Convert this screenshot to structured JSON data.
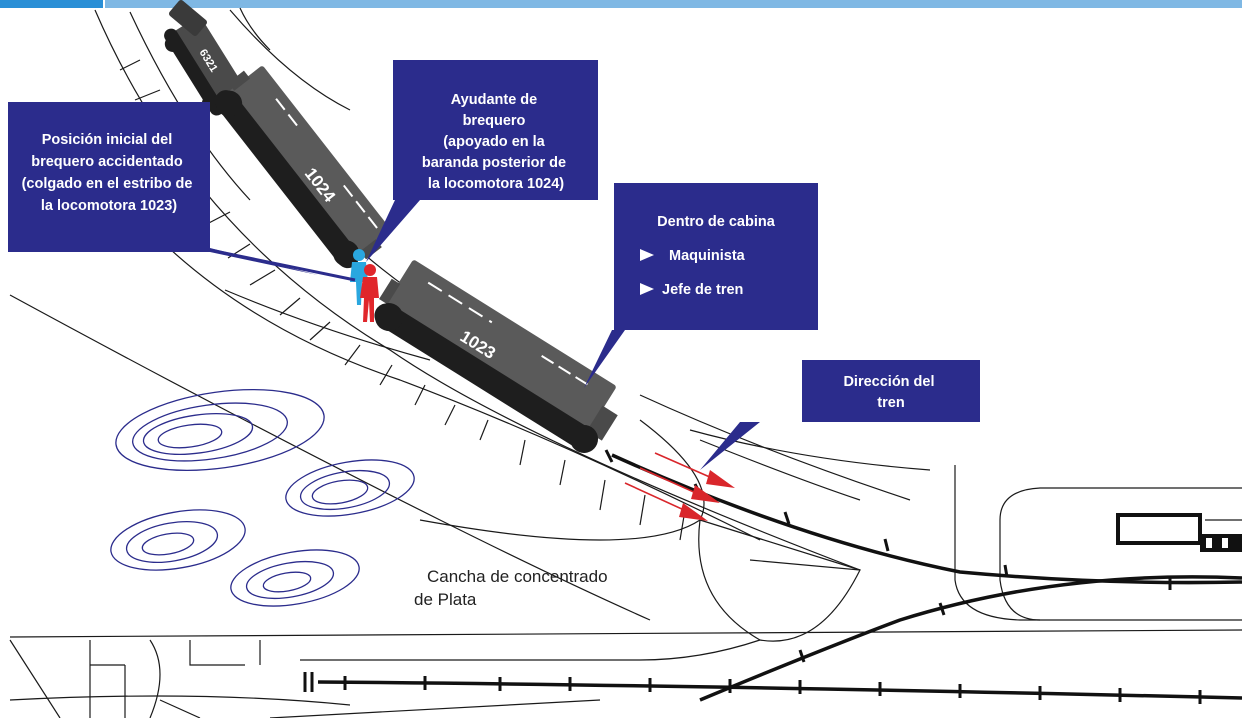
{
  "callouts": {
    "brequero_inicial": [
      "Posición inicial del",
      "brequero accidentado",
      "(colgado en el estribo de",
      "la locomotora 1023)"
    ],
    "ayudante": [
      "Ayudante de",
      "brequero",
      "(apoyado en la",
      "baranda posterior de",
      "la locomotora 1024)"
    ],
    "cabina": {
      "title": "Dentro de cabina",
      "items": [
        "Maquinista",
        "Jefe de tren"
      ]
    },
    "direccion": [
      "Dirección del",
      "tren"
    ]
  },
  "area_label": [
    "Cancha de concentrado",
    "de Plata"
  ],
  "locomotives": {
    "front": "6321",
    "middle": "1024",
    "rear": "1023"
  },
  "colors": {
    "callout_bg": "#2b2c8c",
    "locomotive": "#5a5a5a",
    "arrow": "#d9262b",
    "person_blue": "#2aa7df",
    "person_red": "#e0262b",
    "contour": "#2b2c8c",
    "top_bar": "#7fb8e4"
  }
}
